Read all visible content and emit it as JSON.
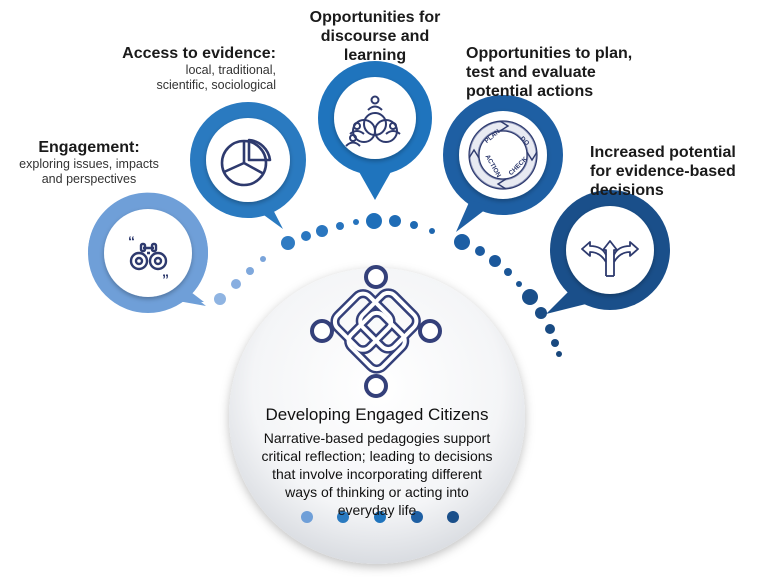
{
  "labels": {
    "engagement": {
      "title": "Engagement:",
      "lines": [
        "exploring issues, impacts",
        "and perspectives"
      ]
    },
    "evidence": {
      "title": "Access to evidence:",
      "lines": [
        "local, traditional,",
        "scientific, sociological"
      ]
    },
    "discourse": {
      "title_lines": [
        "Opportunities for",
        "discourse and",
        "learning"
      ]
    },
    "plan": {
      "title_lines": [
        "Opportunities to plan,",
        "test and evaluate",
        "potential actions"
      ]
    },
    "decisions": {
      "title_lines": [
        "Increased potential",
        "for evidence-based",
        "decisions"
      ]
    }
  },
  "cycle_labels": {
    "plan": "PLAN",
    "do": "DO",
    "check": "CHECK",
    "action": "ACTION"
  },
  "center": {
    "title": "Developing Engaged Citizens",
    "lines": [
      "Narrative-based pedagogies support",
      "critical reflection; leading to decisions",
      "that involve incorporating different",
      "ways of thinking or acting into",
      "everyday life"
    ]
  },
  "colors": {
    "bubble_1": "#6f9fd8",
    "bubble_2": "#2a7ac0",
    "bubble_3": "#1f74bd",
    "bubble_4": "#1e5fa3",
    "bubble_5": "#1a4f8a",
    "icon_navy": "#2e3a6e",
    "center_icon": "#34407a"
  },
  "icons": [
    "binoculars-icon",
    "pie-chart-icon",
    "people-network-icon",
    "plan-do-check-act-icon",
    "decision-arrows-icon",
    "celtic-knot-people-icon"
  ]
}
